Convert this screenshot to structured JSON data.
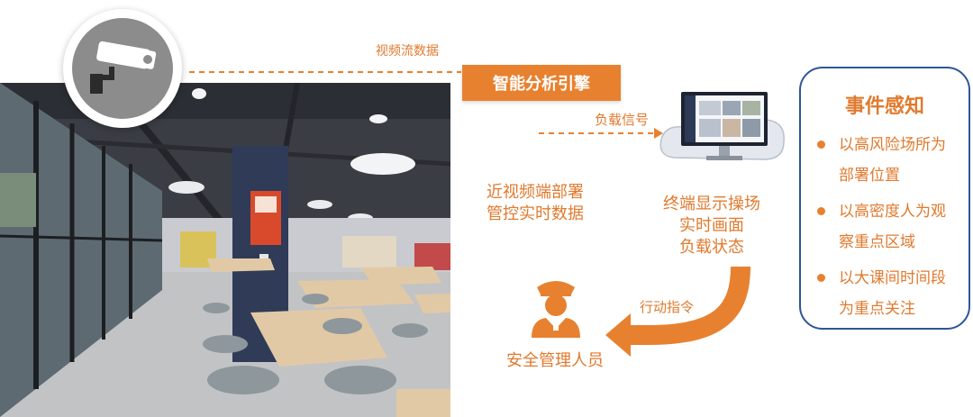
{
  "labels": {
    "video_stream": "视频流数据",
    "engine": "智能分析引擎",
    "load_signal": "负载信号",
    "near_edge": [
      "近视频端部署",
      "管控实时数据"
    ],
    "terminal": [
      "终端显示操场",
      "实时画面",
      "负载状态"
    ],
    "action": "行动指令",
    "security": "安全管理人员"
  },
  "event_panel": {
    "title": "事件感知",
    "items": [
      [
        "以高风险场所为",
        "部署位置"
      ],
      [
        "以高密度人为观",
        "察重点区域"
      ],
      [
        "以大课间时间段",
        "为重点关注"
      ]
    ]
  },
  "colors": {
    "accent": "#e8812f",
    "panel_border": "#2f5597"
  },
  "icons": {
    "camera": "security-camera-icon",
    "monitor": "monitor-icon",
    "cloud": "cloud-icon",
    "guard": "security-guard-icon"
  }
}
